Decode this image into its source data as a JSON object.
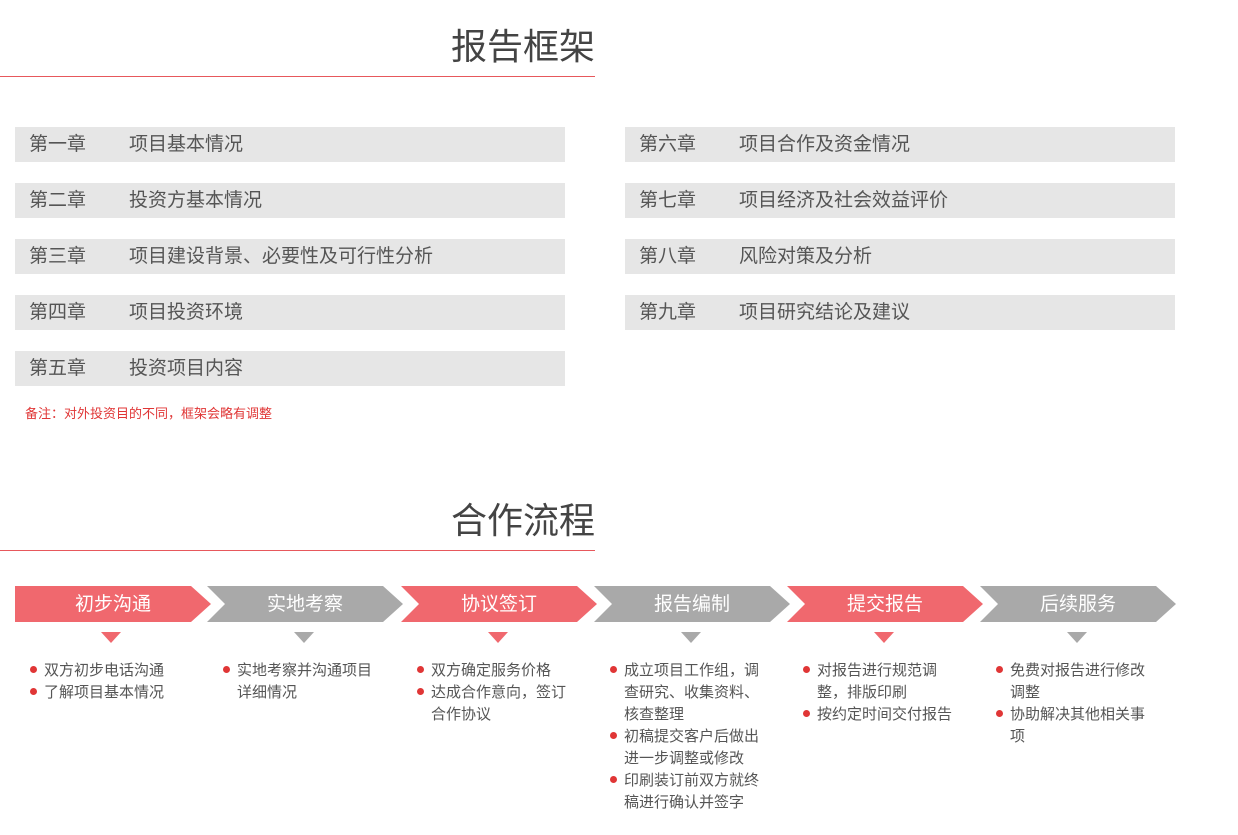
{
  "framework": {
    "title": "报告框架",
    "left_chapters": [
      {
        "num": "第一章",
        "title": "项目基本情况"
      },
      {
        "num": "第二章",
        "title": "投资方基本情况"
      },
      {
        "num": "第三章",
        "title": "项目建设背景、必要性及可行性分析"
      },
      {
        "num": "第四章",
        "title": "项目投资环境"
      },
      {
        "num": "第五章",
        "title": "投资项目内容"
      }
    ],
    "right_chapters": [
      {
        "num": "第六章",
        "title": "项目合作及资金情况"
      },
      {
        "num": "第七章",
        "title": "项目经济及社会效益评价"
      },
      {
        "num": "第八章",
        "title": "风险对策及分析"
      },
      {
        "num": "第九章",
        "title": "项目研究结论及建议"
      }
    ],
    "note": "备注：对外投资目的不同，框架会略有调整"
  },
  "process": {
    "title": "合作流程",
    "colors": {
      "red": "#f0686e",
      "gray": "#a9a9a9",
      "bullet": "#e03636"
    },
    "steps": [
      {
        "label": "初步沟通",
        "color": "red",
        "items": [
          "双方初步电话沟通",
          "了解项目基本情况"
        ]
      },
      {
        "label": "实地考察",
        "color": "gray",
        "items": [
          "实地考察并沟通项目详细情况"
        ]
      },
      {
        "label": "协议签订",
        "color": "red",
        "items": [
          "双方确定服务价格",
          "达成合作意向，签订合作协议"
        ]
      },
      {
        "label": "报告编制",
        "color": "gray",
        "items": [
          "成立项目工作组，调查研究、收集资料、核查整理",
          "初稿提交客户后做出进一步调整或修改",
          "印刷装订前双方就终稿进行确认并签字"
        ]
      },
      {
        "label": "提交报告",
        "color": "red",
        "items": [
          "对报告进行规范调整，排版印刷",
          "按约定时间交付报告"
        ]
      },
      {
        "label": "后续服务",
        "color": "gray",
        "items": [
          "免费对报告进行修改调整",
          "协助解决其他相关事项"
        ]
      }
    ]
  }
}
